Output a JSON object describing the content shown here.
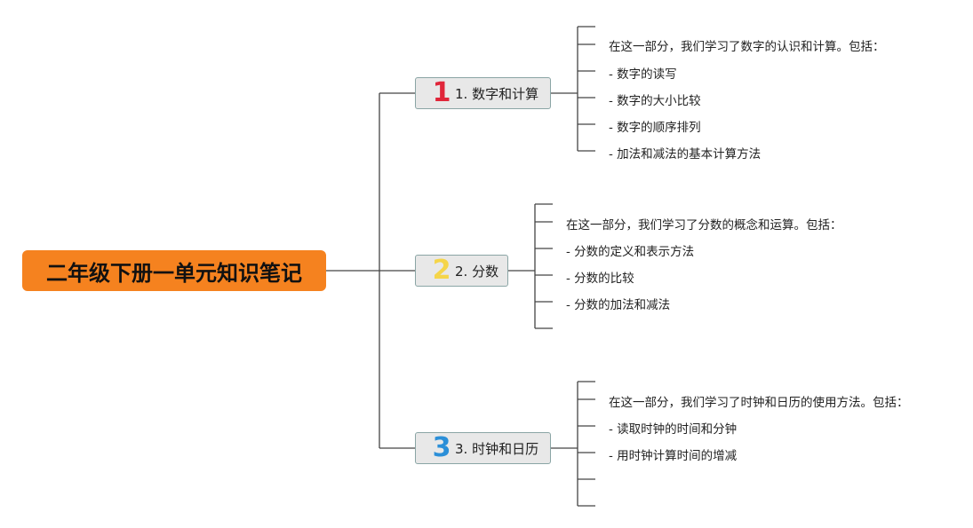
{
  "root": {
    "title": "二年级下册一单元知识笔记",
    "color": "#f5821f"
  },
  "branches": [
    {
      "number": "1",
      "number_color": "#e0263a",
      "label": "1. 数字和计算",
      "leaves": [
        "在这一部分，我们学习了数字的认识和计算。包括：",
        "- 数字的读写",
        "- 数字的大小比较",
        "- 数字的顺序排列",
        "- 加法和减法的基本计算方法"
      ]
    },
    {
      "number": "2",
      "number_color": "#f5d54a",
      "label": "2. 分数",
      "leaves": [
        "在这一部分，我们学习了分数的概念和运算。包括：",
        "- 分数的定义和表示方法",
        "- 分数的比较",
        "- 分数的加法和减法"
      ]
    },
    {
      "number": "3",
      "number_color": "#2b8fd8",
      "label": "3. 时钟和日历",
      "leaves": [
        "在这一部分，我们学习了时钟和日历的使用方法。包括：",
        "- 读取时钟的时间和分钟",
        "- 用时钟计算时间的增减"
      ]
    }
  ]
}
